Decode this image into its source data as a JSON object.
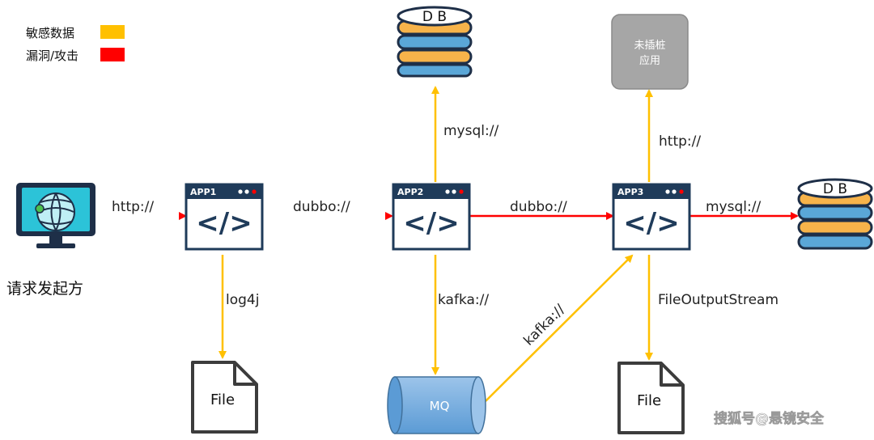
{
  "legend": [
    {
      "label": "敏感数据",
      "color": "#FFC000"
    },
    {
      "label": "漏洞/攻击",
      "color": "#FF0000"
    }
  ],
  "client": {
    "label": "请求发起方"
  },
  "apps": [
    {
      "label": "APP1",
      "code": "</>"
    },
    {
      "label": "APP2",
      "code": "</>"
    },
    {
      "label": "APP3",
      "code": "</>"
    }
  ],
  "db": {
    "label": "D B"
  },
  "uninstrumented": {
    "line1": "未插桩",
    "line2": "应用"
  },
  "mq": {
    "label": "MQ"
  },
  "files": {
    "label": "File"
  },
  "edges": {
    "client_app1": "http://",
    "app1_app2": "dubbo://",
    "app2_app3": "dubbo://",
    "app3_db": "mysql://",
    "app2_db": "mysql://",
    "app3_uninst": "http://",
    "app1_file": "log4j",
    "app2_mq": "kafka://",
    "mq_app3": "kafka://",
    "app3_file": "FileOutputStream"
  },
  "watermark": "搜狐号@悬镜安全",
  "colors": {
    "sensitive": "#FFC000",
    "attack": "#FF0000",
    "app_border": "#1f3b5a",
    "db_blue": "#5aa7d8",
    "db_orange": "#f7b34a",
    "node_gray": "#a6a6a6",
    "mq_blue": "#5b9bd5"
  }
}
